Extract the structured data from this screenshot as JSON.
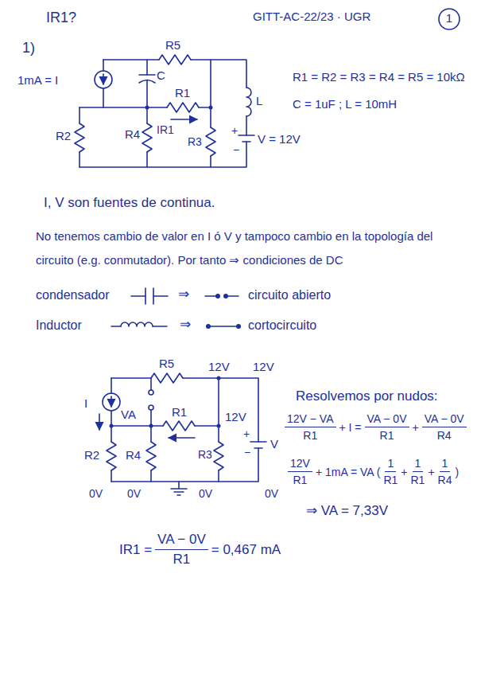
{
  "diagram": {
    "title": "IR1?",
    "labels": [
      "1)",
      "GITT-AC-22/23 · UGR",
      "1",
      "R5",
      "C",
      "R1",
      "IR1",
      "1mA = I",
      "R2",
      "R4",
      "R3",
      "L",
      "+",
      "−",
      "V = 12V",
      "R1 = R2 = R3 = R4 = R5 = 10kΩ",
      "C = 1uF ; L = 10mH",
      "I, V son fuentes de continua.",
      "No tenemos cambio de valor en I ó V y tampoco cambio en la topología del circuito (e.g. conmutador). Por tanto ⇒ condiciones de DC",
      "condensador",
      "⇒",
      "circuito abierto",
      "Inductor",
      "⇒",
      "cortocircuito",
      "R5",
      "12V",
      "12V",
      "I",
      "VA",
      "R1",
      "12V",
      "R2",
      "R4",
      "R3",
      "+",
      "−",
      "V",
      "0V",
      "0V",
      "0V",
      "0V",
      "Resolvemos por nudos:",
      "12V − VA",
      "R1",
      "+ I =",
      "VA − 0V",
      "R1",
      "+",
      "VA − 0V",
      "R4",
      "12V",
      "R1",
      "+ 1mA = VA (",
      "1",
      "R1",
      "+",
      "1",
      "R1",
      "+",
      "1",
      "R4",
      ")",
      "⇒ VA = 7,33V",
      "IR1 =",
      "VA − 0V",
      "R1",
      "= 0,467 mA"
    ]
  }
}
